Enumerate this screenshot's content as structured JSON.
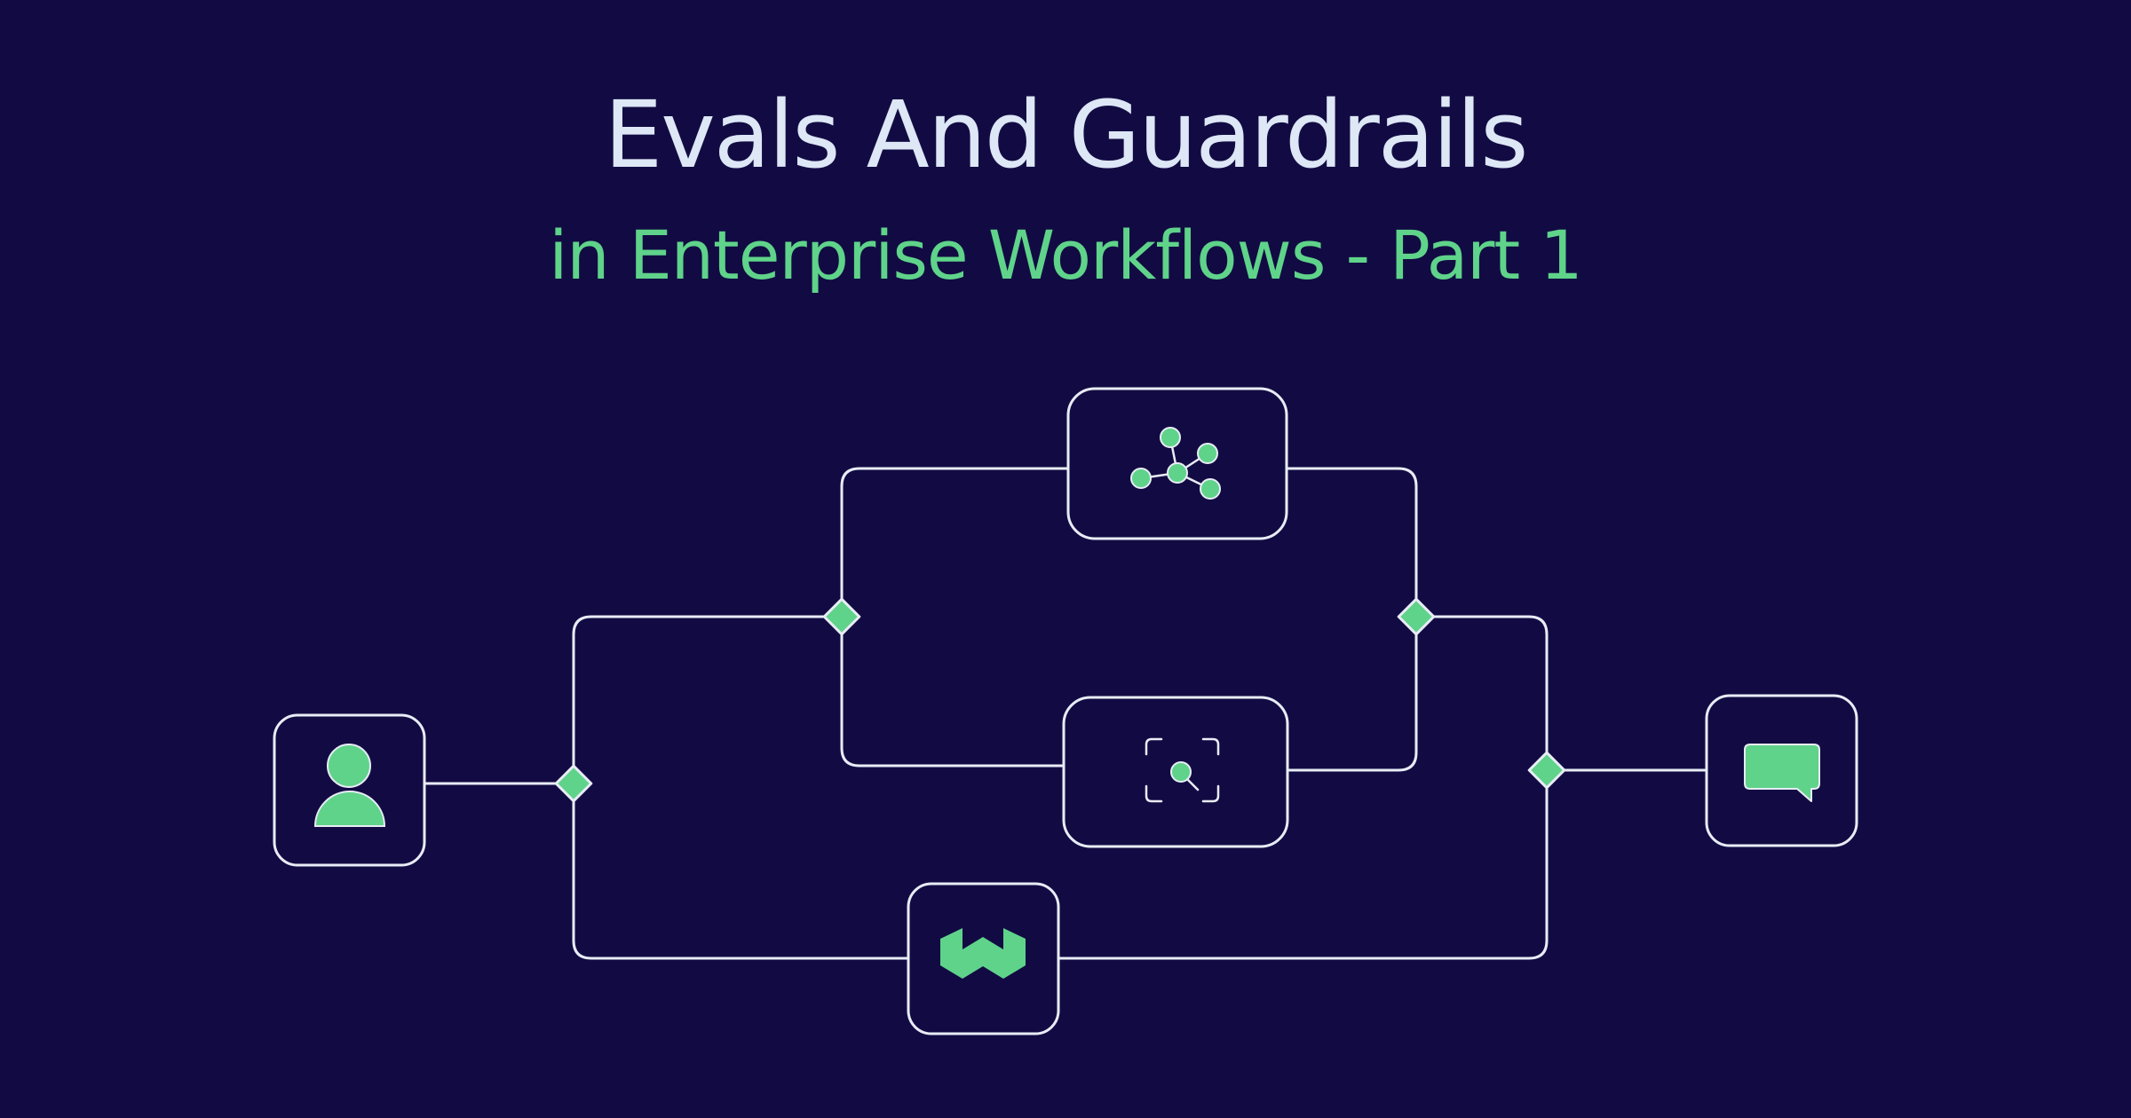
{
  "header": {
    "title": "Evals And Guardrails",
    "subtitle": "in Enterprise Workflows - Part 1"
  },
  "colors": {
    "background": "#120b43",
    "title": "#dde7f6",
    "accent": "#5fd38a",
    "line": "#e8ecf6"
  },
  "nodes": [
    {
      "id": "user",
      "icon": "user-icon"
    },
    {
      "id": "graph",
      "icon": "graph-nodes-icon"
    },
    {
      "id": "scan",
      "icon": "search-scan-icon"
    },
    {
      "id": "logo",
      "icon": "w-logo-icon"
    },
    {
      "id": "chat",
      "icon": "chat-bubble-icon"
    }
  ]
}
